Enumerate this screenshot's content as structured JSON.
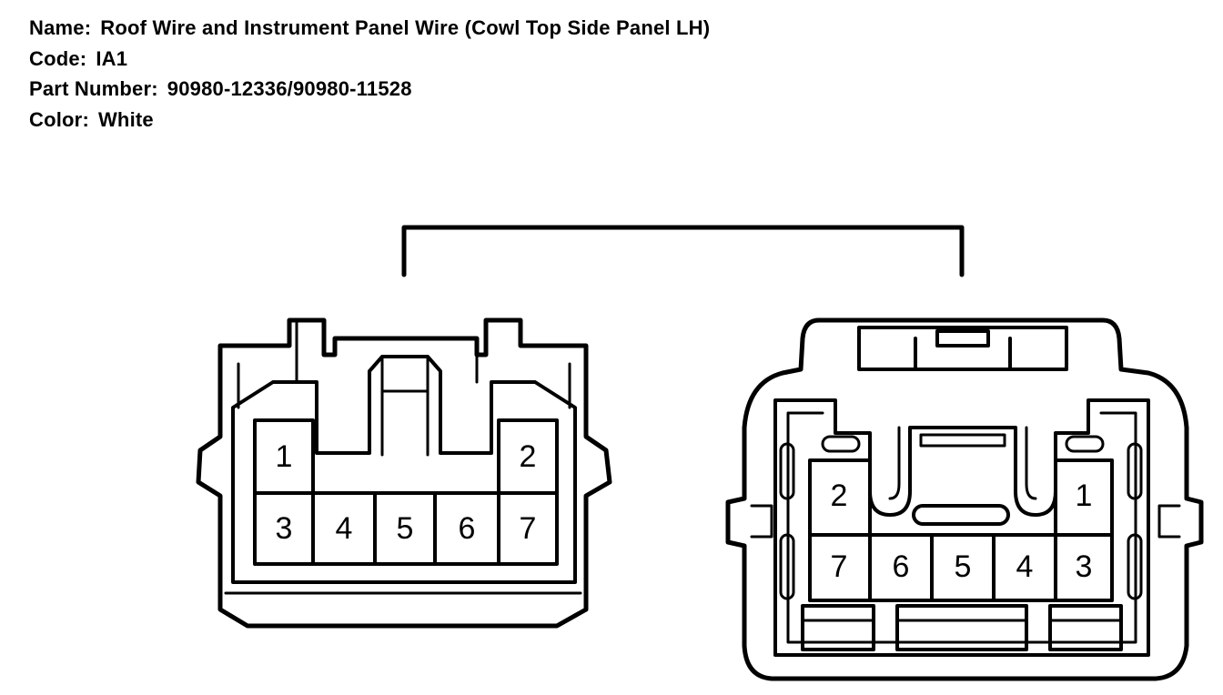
{
  "info": {
    "name_label": "Name:",
    "name_value": "Roof Wire and Instrument Panel Wire (Cowl Top Side Panel LH)",
    "code_label": "Code:",
    "code_value": "IA1",
    "part_label": "Part Number:",
    "part_value": "90980-12336/90980-11528",
    "color_label": "Color:",
    "color_value": "White"
  },
  "left_connector": {
    "top_row": [
      "1",
      "2"
    ],
    "bottom_row": [
      "3",
      "4",
      "5",
      "6",
      "7"
    ]
  },
  "right_connector": {
    "top_row": [
      "2",
      "1"
    ],
    "bottom_row": [
      "7",
      "6",
      "5",
      "4",
      "3"
    ]
  }
}
